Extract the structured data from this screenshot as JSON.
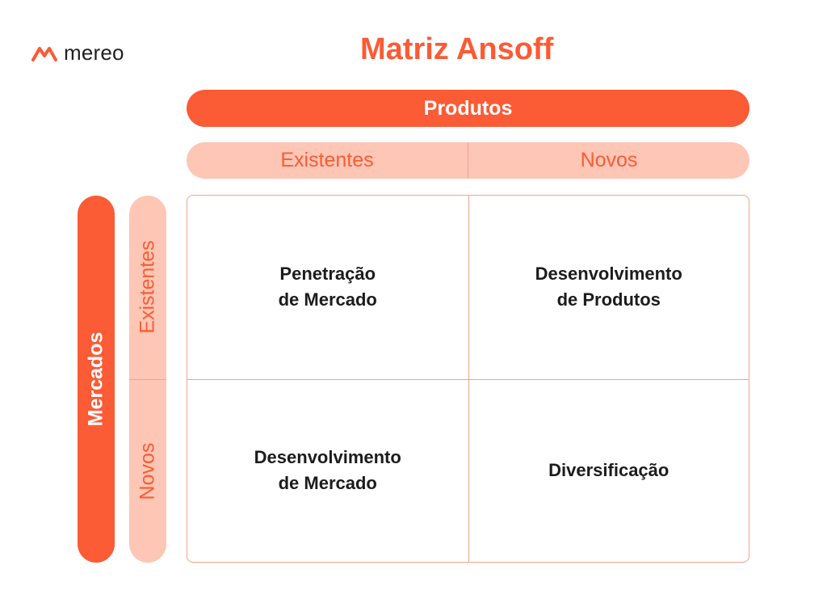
{
  "brand": {
    "name": "mereo",
    "icon": "mereo-logo-icon",
    "accent_color": "#fb5b35"
  },
  "title": "Matriz Ansoff",
  "columns": {
    "header": "Produtos",
    "items": [
      "Existentes",
      "Novos"
    ]
  },
  "rows": {
    "header": "Mercados",
    "items": [
      "Existentes",
      "Novos"
    ]
  },
  "quadrants": [
    "Penetração\nde Mercado",
    "Desenvolvimento\nde Produtos",
    "Desenvolvimento\nde Mercado",
    "Diversificação"
  ],
  "colors": {
    "accent": "#fb5b35",
    "light": "#fdc6b5",
    "divider": "#f4a38c",
    "text": "#1c1c1c"
  }
}
